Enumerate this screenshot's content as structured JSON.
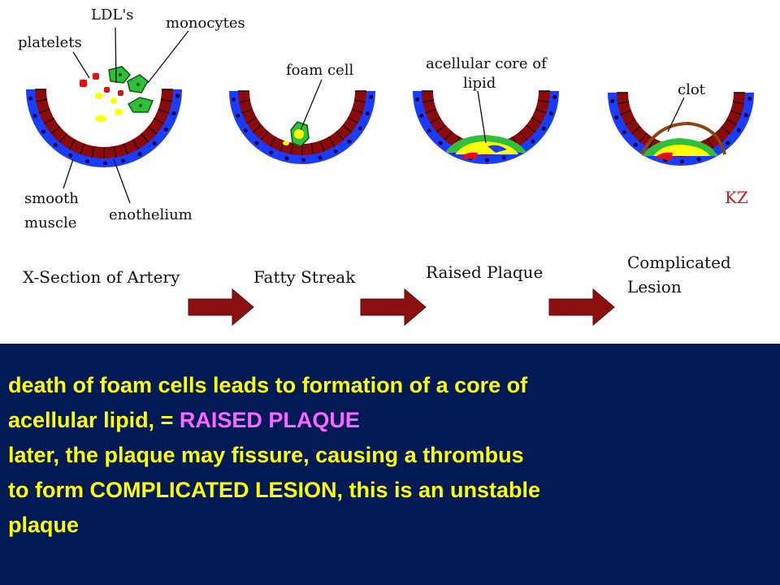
{
  "diagram": {
    "stages": [
      {
        "label": "X-Section of Artery"
      },
      {
        "label": "Fatty Streak"
      },
      {
        "label": "Raised Plaque"
      },
      {
        "label_line1": "Complicated",
        "label_line2": "Lesion"
      }
    ],
    "annotations": {
      "platelets": "platelets",
      "ldls": "LDL's",
      "monocytes": "monocytes",
      "smooth_line1": "smooth",
      "smooth_line2": "muscle",
      "endothelium": "enothelium",
      "foam_cell": "foam cell",
      "acellular_line1": "acellular core of",
      "acellular_line2": "lipid",
      "clot": "clot"
    },
    "signature": "KZ",
    "colors": {
      "vessel_outer": "#1a3cff",
      "vessel_wall": "#8b0a0a",
      "platelet": "#e01010",
      "ldl": "#ffff00",
      "monocyte": "#2fbf3a",
      "clot": "#8b4513",
      "arrow": "#8b1010",
      "panel_bg": "#001a56",
      "caption_text": "#ffff00",
      "caption_highlight": "#ff66ff"
    }
  },
  "caption": {
    "line1": "death of foam cells leads to formation of a core of",
    "line2_prefix": "acellular lipid, = ",
    "line2_highlight": "RAISED PLAQUE",
    "line3": "later, the plaque may fissure, causing a thrombus",
    "line4": "to form COMPLICATED LESION, this is an unstable",
    "line5": "plaque"
  }
}
